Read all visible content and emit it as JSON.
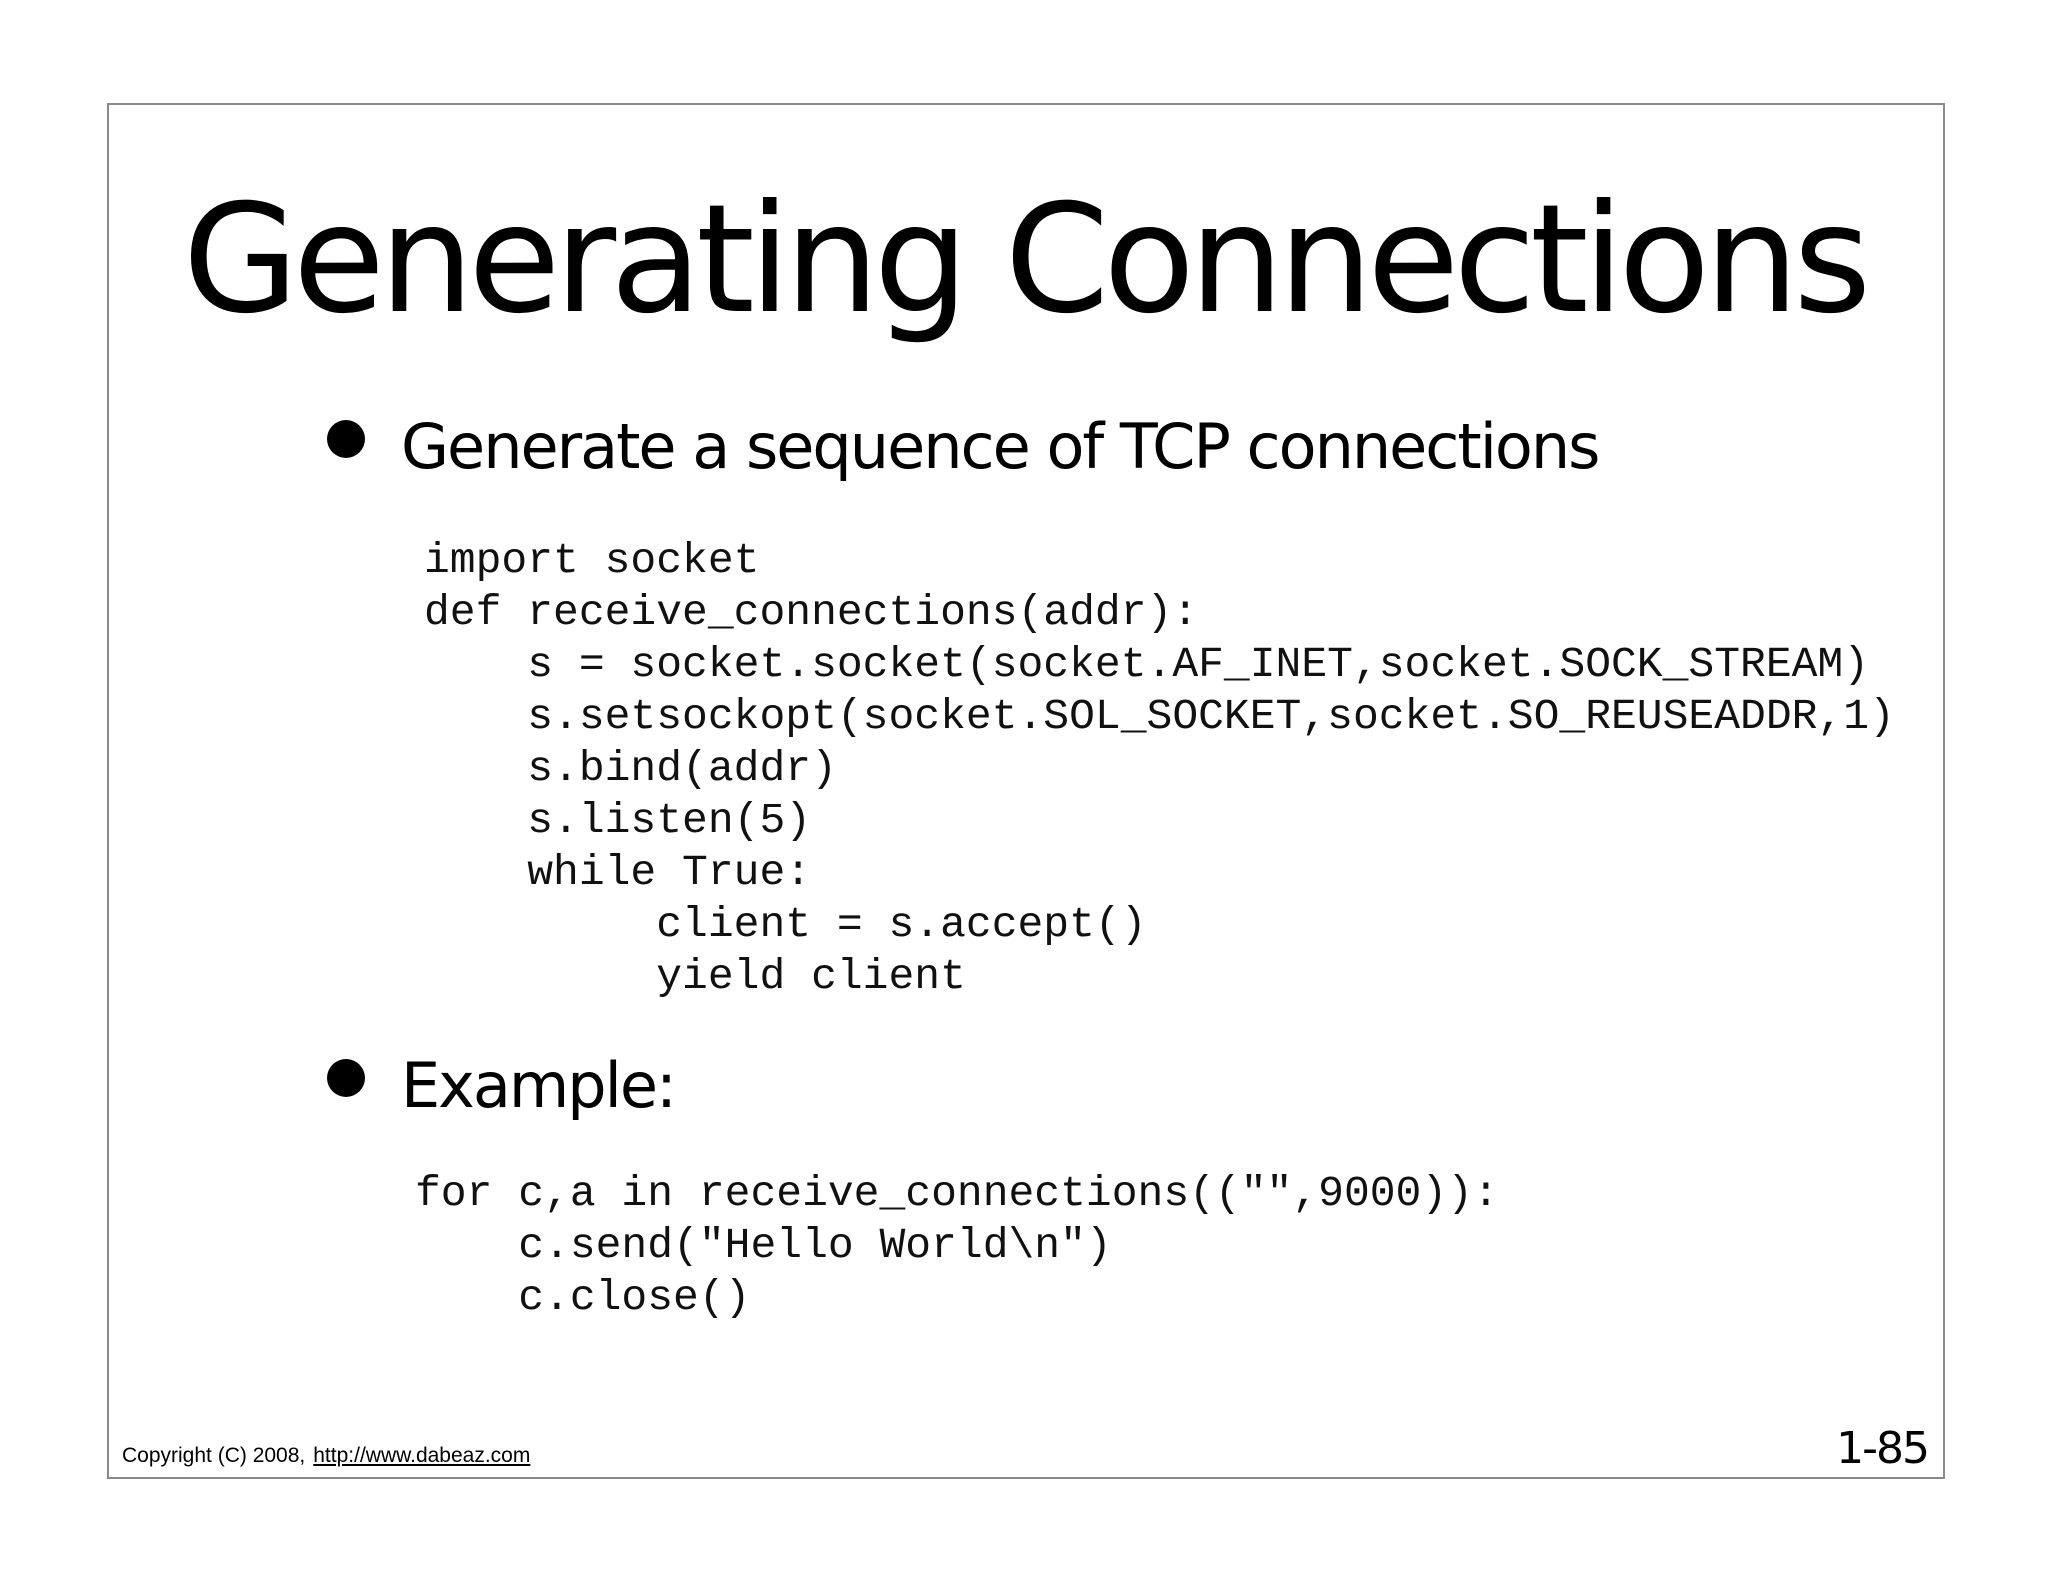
{
  "slide": {
    "title": "Generating Connections",
    "bullets": [
      {
        "text": "Generate a sequence of TCP connections",
        "code": "import socket\ndef receive_connections(addr):\n    s = socket.socket(socket.AF_INET,socket.SOCK_STREAM)\n    s.setsockopt(socket.SOL_SOCKET,socket.SO_REUSEADDR,1)\n    s.bind(addr)\n    s.listen(5)\n    while True:\n         client = s.accept()\n         yield client"
      },
      {
        "text": "Example:",
        "code": "for c,a in receive_connections((\"\",9000)):\n    c.send(\"Hello World\\n\")\n    c.close()"
      }
    ],
    "footer": {
      "copyright": "Copyright (C) 2008,",
      "link": "http://www.dabeaz.com"
    },
    "page_number": "1-85"
  }
}
